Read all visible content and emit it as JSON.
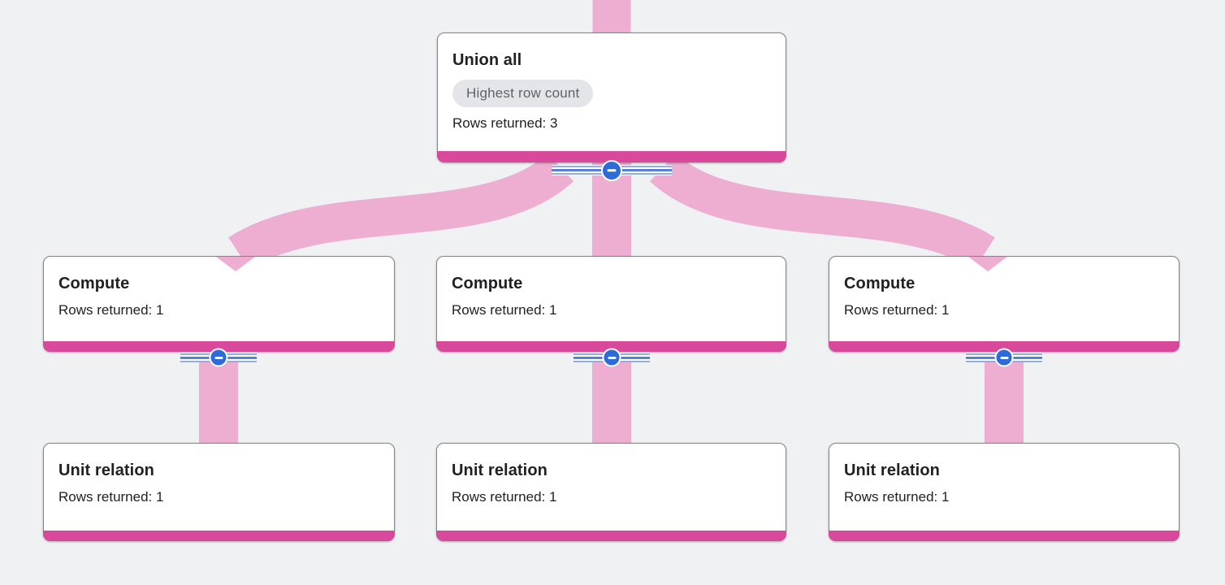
{
  "theme": {
    "bg": "#f0f1f3",
    "card-bg": "#ffffff",
    "card-border": "#80868b",
    "edge-pink": "#edaed2",
    "bar-magenta": "#d8499b",
    "badge-bg": "#e4e5e8",
    "badge-text": "#5f6368",
    "btn-blue": "#2d6bd8",
    "stripe-light": "#93aede",
    "stripe-dark": "#5581d8",
    "text": "#202124"
  },
  "graph": {
    "nodes": [
      {
        "id": "union-all",
        "title": "Union all",
        "badge": "Highest row count",
        "rows": "Rows returned: 3"
      },
      {
        "id": "compute-left",
        "title": "Compute",
        "rows": "Rows returned: 1"
      },
      {
        "id": "compute-center",
        "title": "Compute",
        "rows": "Rows returned: 1"
      },
      {
        "id": "compute-right",
        "title": "Compute",
        "rows": "Rows returned: 1"
      },
      {
        "id": "unit-left",
        "title": "Unit relation",
        "rows": "Rows returned: 1"
      },
      {
        "id": "unit-center",
        "title": "Unit relation",
        "rows": "Rows returned: 1"
      },
      {
        "id": "unit-right",
        "title": "Unit relation",
        "rows": "Rows returned: 1"
      }
    ],
    "edges": [
      {
        "from": "offscreen-top",
        "to": "union-all"
      },
      {
        "from": "union-all",
        "to": "compute-left"
      },
      {
        "from": "union-all",
        "to": "compute-center"
      },
      {
        "from": "union-all",
        "to": "compute-right"
      },
      {
        "from": "compute-left",
        "to": "unit-left"
      },
      {
        "from": "compute-center",
        "to": "unit-center"
      },
      {
        "from": "compute-right",
        "to": "unit-right"
      }
    ],
    "collapse_buttons": [
      {
        "at": "union-all",
        "icon": "minus-icon",
        "state": "expanded"
      },
      {
        "at": "compute-left",
        "icon": "minus-icon",
        "state": "expanded"
      },
      {
        "at": "compute-center",
        "icon": "minus-icon",
        "state": "expanded"
      },
      {
        "at": "compute-right",
        "icon": "minus-icon",
        "state": "expanded"
      }
    ]
  }
}
